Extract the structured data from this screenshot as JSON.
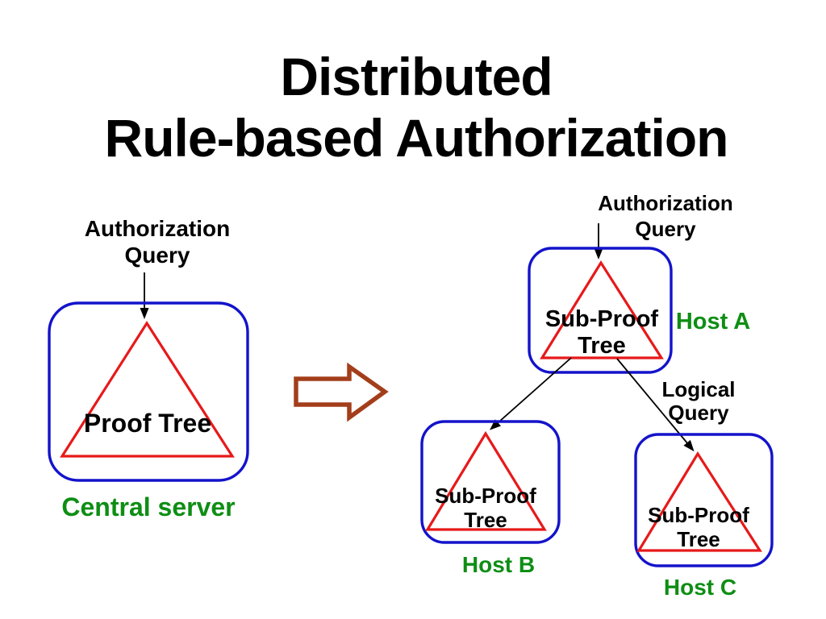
{
  "slide": {
    "title": "Distributed\nRule-based Authorization"
  },
  "colors": {
    "text": "#000000",
    "box_border": "#1313cb",
    "triangle": "#e7191a",
    "host_label": "#0e8e14",
    "block_arrow": "#a33e1b"
  },
  "left": {
    "query_label": "Authorization\nQuery",
    "node_label": "Proof Tree",
    "caption": "Central server"
  },
  "transform": {
    "icon": "right-block-arrow"
  },
  "right": {
    "query_label": "Authorization\nQuery",
    "logical_query_label": "Logical\nQuery",
    "host_a": {
      "node_label": "Sub-Proof\nTree",
      "name": "Host A"
    },
    "host_b": {
      "node_label": "Sub-Proof\nTree",
      "name": "Host B"
    },
    "host_c": {
      "node_label": "Sub-Proof\nTree",
      "name": "Host C"
    }
  }
}
